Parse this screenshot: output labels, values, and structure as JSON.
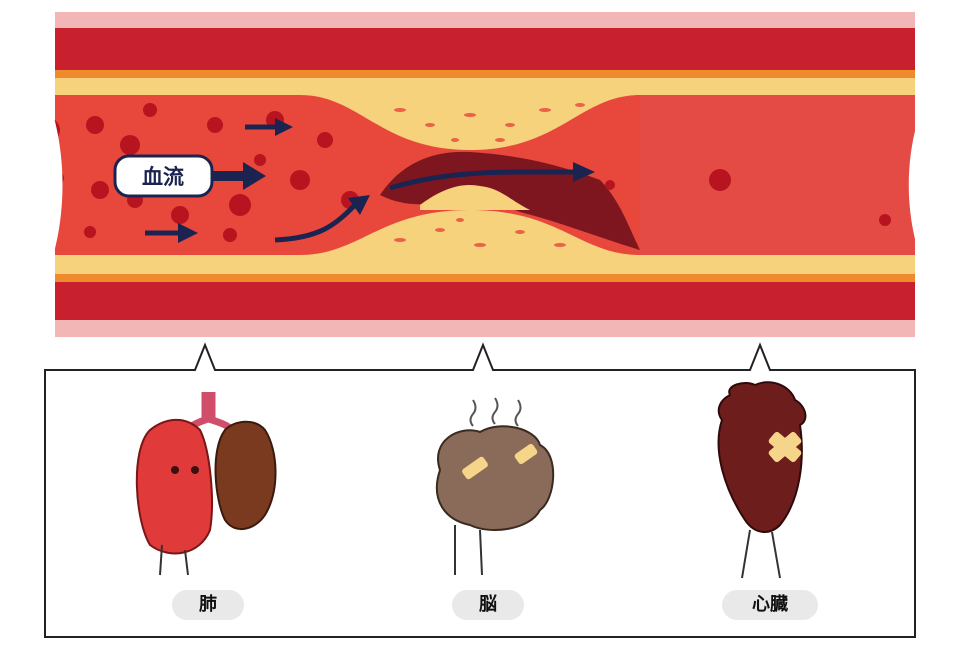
{
  "blood_flow_label": "血流",
  "organs": [
    {
      "id": "lung",
      "label": "肺"
    },
    {
      "id": "brain",
      "label": "脳"
    },
    {
      "id": "heart",
      "label": "心臓"
    }
  ],
  "colors": {
    "vessel_outer": "#f2b6b6",
    "vessel_wall": "#c8202e",
    "fat_layer": "#f6d27c",
    "lumen": "#e8473b",
    "blood_cell": "#b8141f",
    "arrow": "#1b2450",
    "panel_border": "#222222",
    "label_bg": "#e9e9e9"
  }
}
